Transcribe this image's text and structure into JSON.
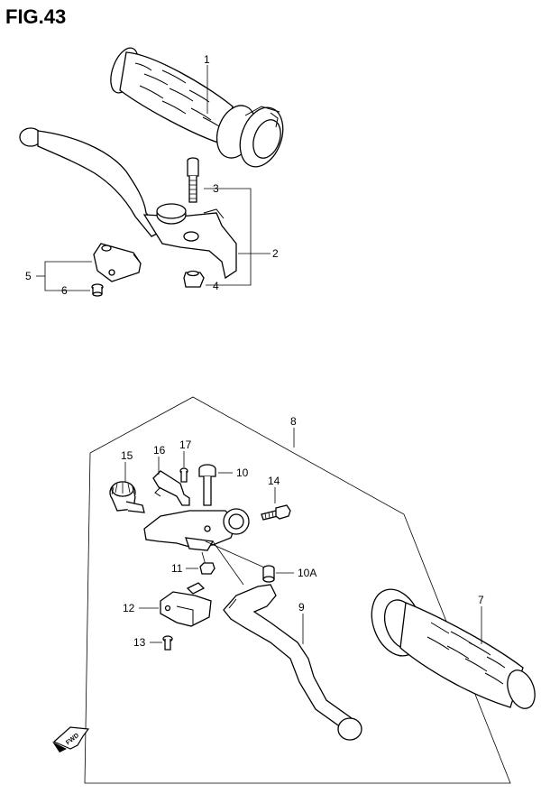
{
  "figure_title": "FIG.43",
  "callouts": {
    "c1": "1",
    "c2": "2",
    "c3": "3",
    "c4": "4",
    "c5": "5",
    "c6": "6",
    "c7": "7",
    "c8": "8",
    "c9": "9",
    "c10": "10",
    "c10a": "10A",
    "c11": "11",
    "c12": "12",
    "c13": "13",
    "c14": "14",
    "c15": "15",
    "c16": "16",
    "c17": "17"
  },
  "fwd_label": "FWD"
}
